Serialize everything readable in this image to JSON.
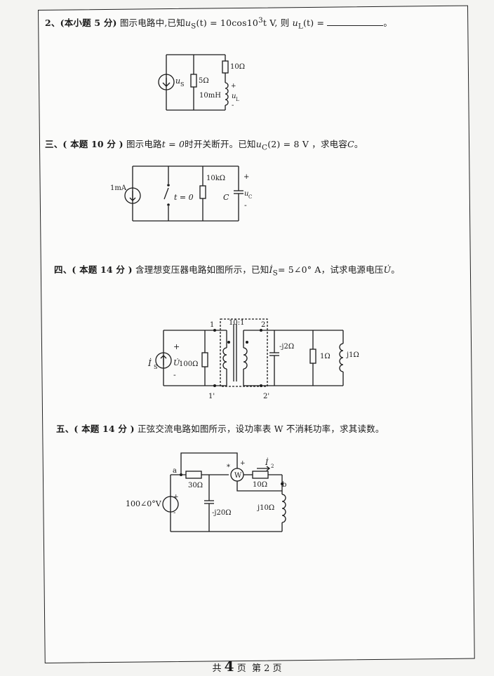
{
  "q2": {
    "num": "2、",
    "score": "(本小题 5 分)",
    "text_a": "图示电路中,已知",
    "us_label": "u",
    "us_sub": "S",
    "text_b": "(t) = 10cos10",
    "exp": "3",
    "text_c": "t V, 则",
    "ul_label": "u",
    "ul_sub": "L",
    "text_d": "(t) =",
    "text_end": "。",
    "fig": {
      "us": "u",
      "us_sub": "S",
      "r1": "5Ω",
      "r2": "10Ω",
      "l": "10mH",
      "ul": "u",
      "ul_sub": "L",
      "plus": "+",
      "minus": "-"
    }
  },
  "q3": {
    "num": "三、",
    "score": "( 本题 10 分 )",
    "text_a": "图示电路",
    "t0": "t = 0",
    "text_b": "时开关断开。已知",
    "uc": "u",
    "uc_sub": "C",
    "text_c": "(2) = 8 V ，求电容",
    "cap": "C",
    "text_end": "。",
    "fig": {
      "src": "1mA",
      "switch": "t = 0",
      "r": "10kΩ",
      "c": "C",
      "uc": "u",
      "uc_sub": "C",
      "plus": "+",
      "minus": "-"
    }
  },
  "q4": {
    "num": "四、",
    "score": "( 本题 14 分 )",
    "text_a": "含理想变压器电路如图所示，已知",
    "is": "İ",
    "is_sub": "S",
    "text_b": "= 5∠0° A，试求电源电压",
    "u": "U̇",
    "text_end": "。",
    "fig": {
      "ratio": "10:1",
      "n1": "1",
      "n2": "2",
      "n1p": "1'",
      "n2p": "2'",
      "src": "İ",
      "src_sub": "S",
      "u": "U̇",
      "r100": "100Ω",
      "cap": "-j2Ω",
      "r1": "1Ω",
      "ind": "j1Ω",
      "plus": "+",
      "minus": "-"
    }
  },
  "q5": {
    "num": "五、",
    "score": "( 本题 14 分 )",
    "text_a": "正弦交流电路如图所示，设功率表 W 不消耗功率，求其读数。",
    "fig": {
      "src": "100∠0°V",
      "r30": "30Ω",
      "r10": "10Ω",
      "cap": "-j20Ω",
      "ind": "j10Ω",
      "meter": "W",
      "a": "a",
      "b": "b",
      "i2": "İ",
      "i2_sub": "2",
      "star": "*",
      "plus": "+",
      "minus": "-"
    }
  },
  "footer": {
    "total": "共",
    "pages": "4",
    "page_word": "页",
    "current": "第 2 页"
  }
}
